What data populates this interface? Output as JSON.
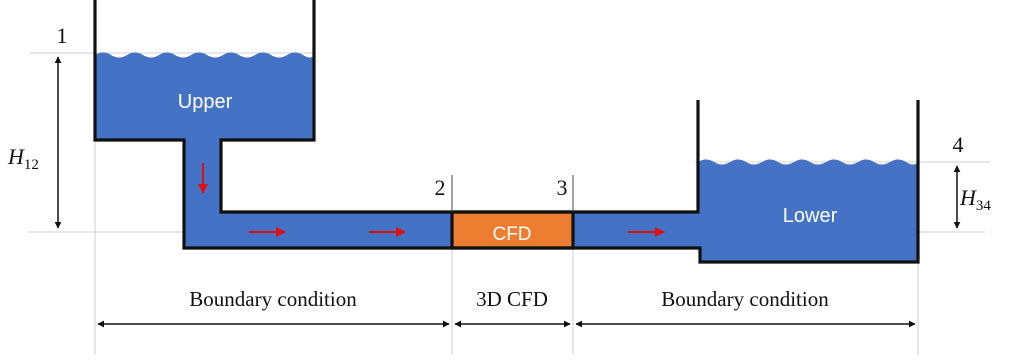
{
  "labels": {
    "upper": "Upper",
    "lower": "Lower",
    "cfd": "CFD",
    "point_1": "1",
    "point_2": "2",
    "point_3": "3",
    "point_4": "4",
    "h12": "H",
    "h12_sub": "12",
    "h34": "H",
    "h34_sub": "34",
    "left_boundary": "Boundary condition",
    "middle_region": "3D CFD",
    "right_boundary": "Boundary condition"
  },
  "colors": {
    "water": "#4472c4",
    "cfd": "#ed7d31",
    "flow_arrow": "#e01010",
    "wall": "#111111"
  }
}
